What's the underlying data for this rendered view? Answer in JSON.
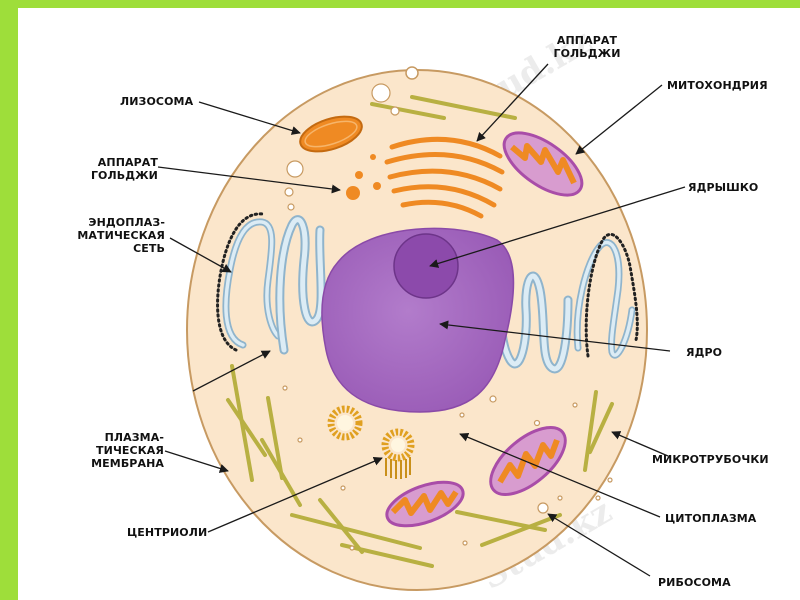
{
  "labels": {
    "golgi_top": "АППАРАТ\nГОЛЬДЖИ",
    "lysosome": "ЛИЗОСОМА",
    "golgi_left": "АППАРАТ\nГОЛЬДЖИ",
    "mitochondria": "МИТОХОНДРИЯ",
    "nucleolus": "ЯДРЫШКО",
    "er": "ЭНДОПЛАЗ-\nМАТИЧЕСКАЯ\nСЕТЬ",
    "nucleus": "ЯДРО",
    "plasma_membrane": "ПЛАЗМА-\nТИЧЕСКАЯ\nМЕМБРАНА",
    "microtubules": "МИКРОТРУБОЧКИ",
    "centrioles": "ЦЕНТРИОЛИ",
    "cytoplasm": "ЦИТОПЛАЗМА",
    "ribosome": "РИБОСОМА"
  },
  "watermark": "Stud.kz",
  "colors": {
    "background_green": "#9ede3a",
    "page": "#ffffff",
    "cell_fill": "#fbe6cb",
    "membrane": "#c79a62",
    "nucleus": "#a468c0",
    "nucleolus": "#7d3e9c",
    "golgi": "#ef8a23",
    "er_fill": "#dcecf5",
    "er_stroke": "#8fb4cc",
    "mito_outer": "#a94da8",
    "mito_inner": "#ef8a23",
    "microtubule": "#b8b042",
    "pointer": "#1a1a1a"
  }
}
